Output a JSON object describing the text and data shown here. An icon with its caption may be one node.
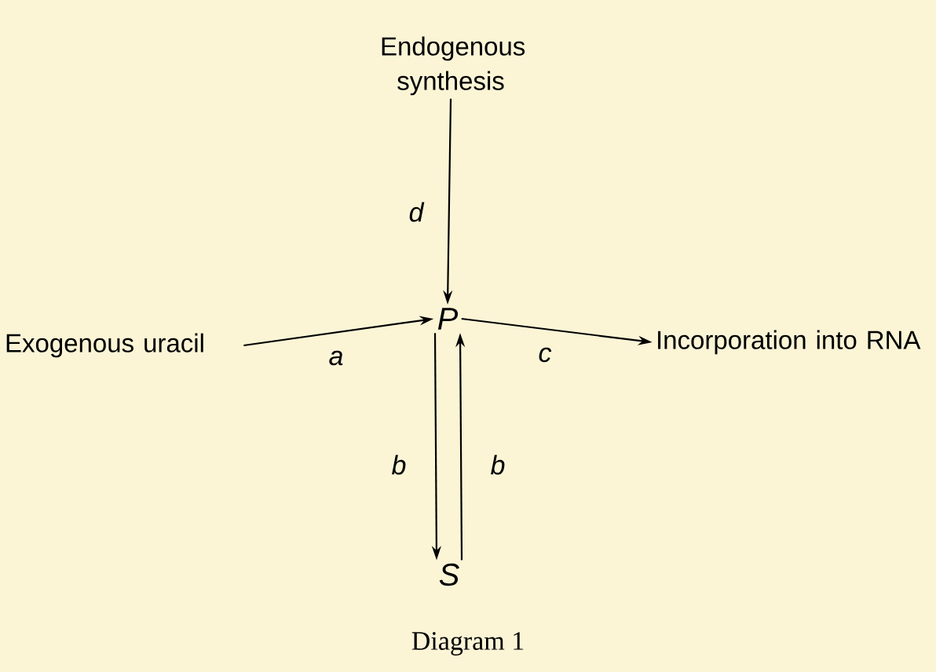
{
  "diagram": {
    "caption": "Diagram 1",
    "nodes": [
      {
        "text": [
          "Endogenous synthesis"
        ]
      },
      {
        "text": [
          "Exogenous uracil"
        ]
      },
      {
        "text": [
          "P"
        ]
      },
      {
        "text": [
          "Incorporation into RNA"
        ]
      },
      {
        "text": [
          "S"
        ]
      }
    ],
    "edges": [
      {
        "from": 0,
        "to": 2,
        "arrow": "to",
        "label": "d"
      },
      {
        "from": 1,
        "to": 2,
        "arrow": "to",
        "label": "a"
      },
      {
        "from": 2,
        "to": 3,
        "arrow": "to",
        "label": "c"
      },
      {
        "from": 2,
        "to": 4,
        "arrow": "to",
        "label": "b"
      },
      {
        "from": 4,
        "to": 2,
        "arrow": "to",
        "label": "b"
      }
    ]
  }
}
